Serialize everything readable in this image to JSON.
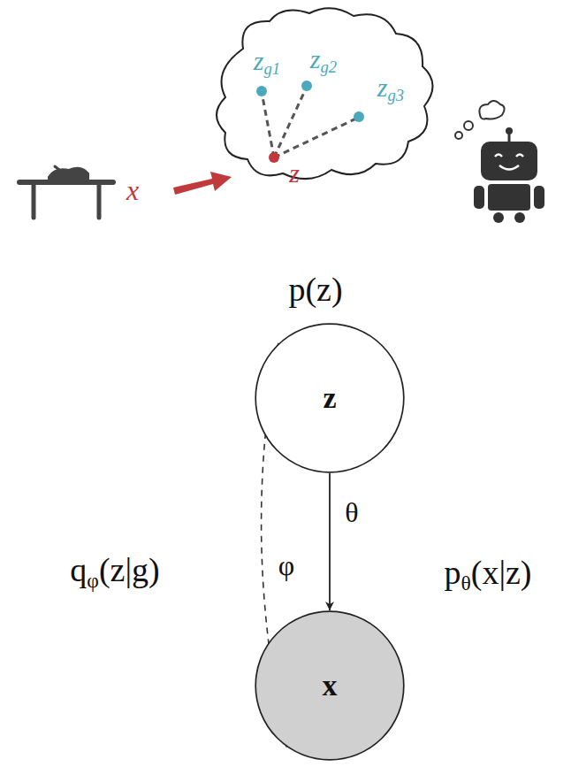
{
  "diagram": {
    "nodes": [
      {
        "text": [
          "z"
        ]
      },
      {
        "text": [
          "x"
        ]
      }
    ],
    "edges": [
      {
        "from": 0,
        "to": 1,
        "arrow": "to",
        "label": "θ"
      },
      {
        "from": 1,
        "to": 0,
        "arrow": "to",
        "label": "φ"
      }
    ],
    "labels": [
      "x",
      "zg1",
      "zg2",
      "zg3",
      "z",
      "p(z)",
      "qφ(z|g)",
      "pθ(x|z)"
    ]
  }
}
